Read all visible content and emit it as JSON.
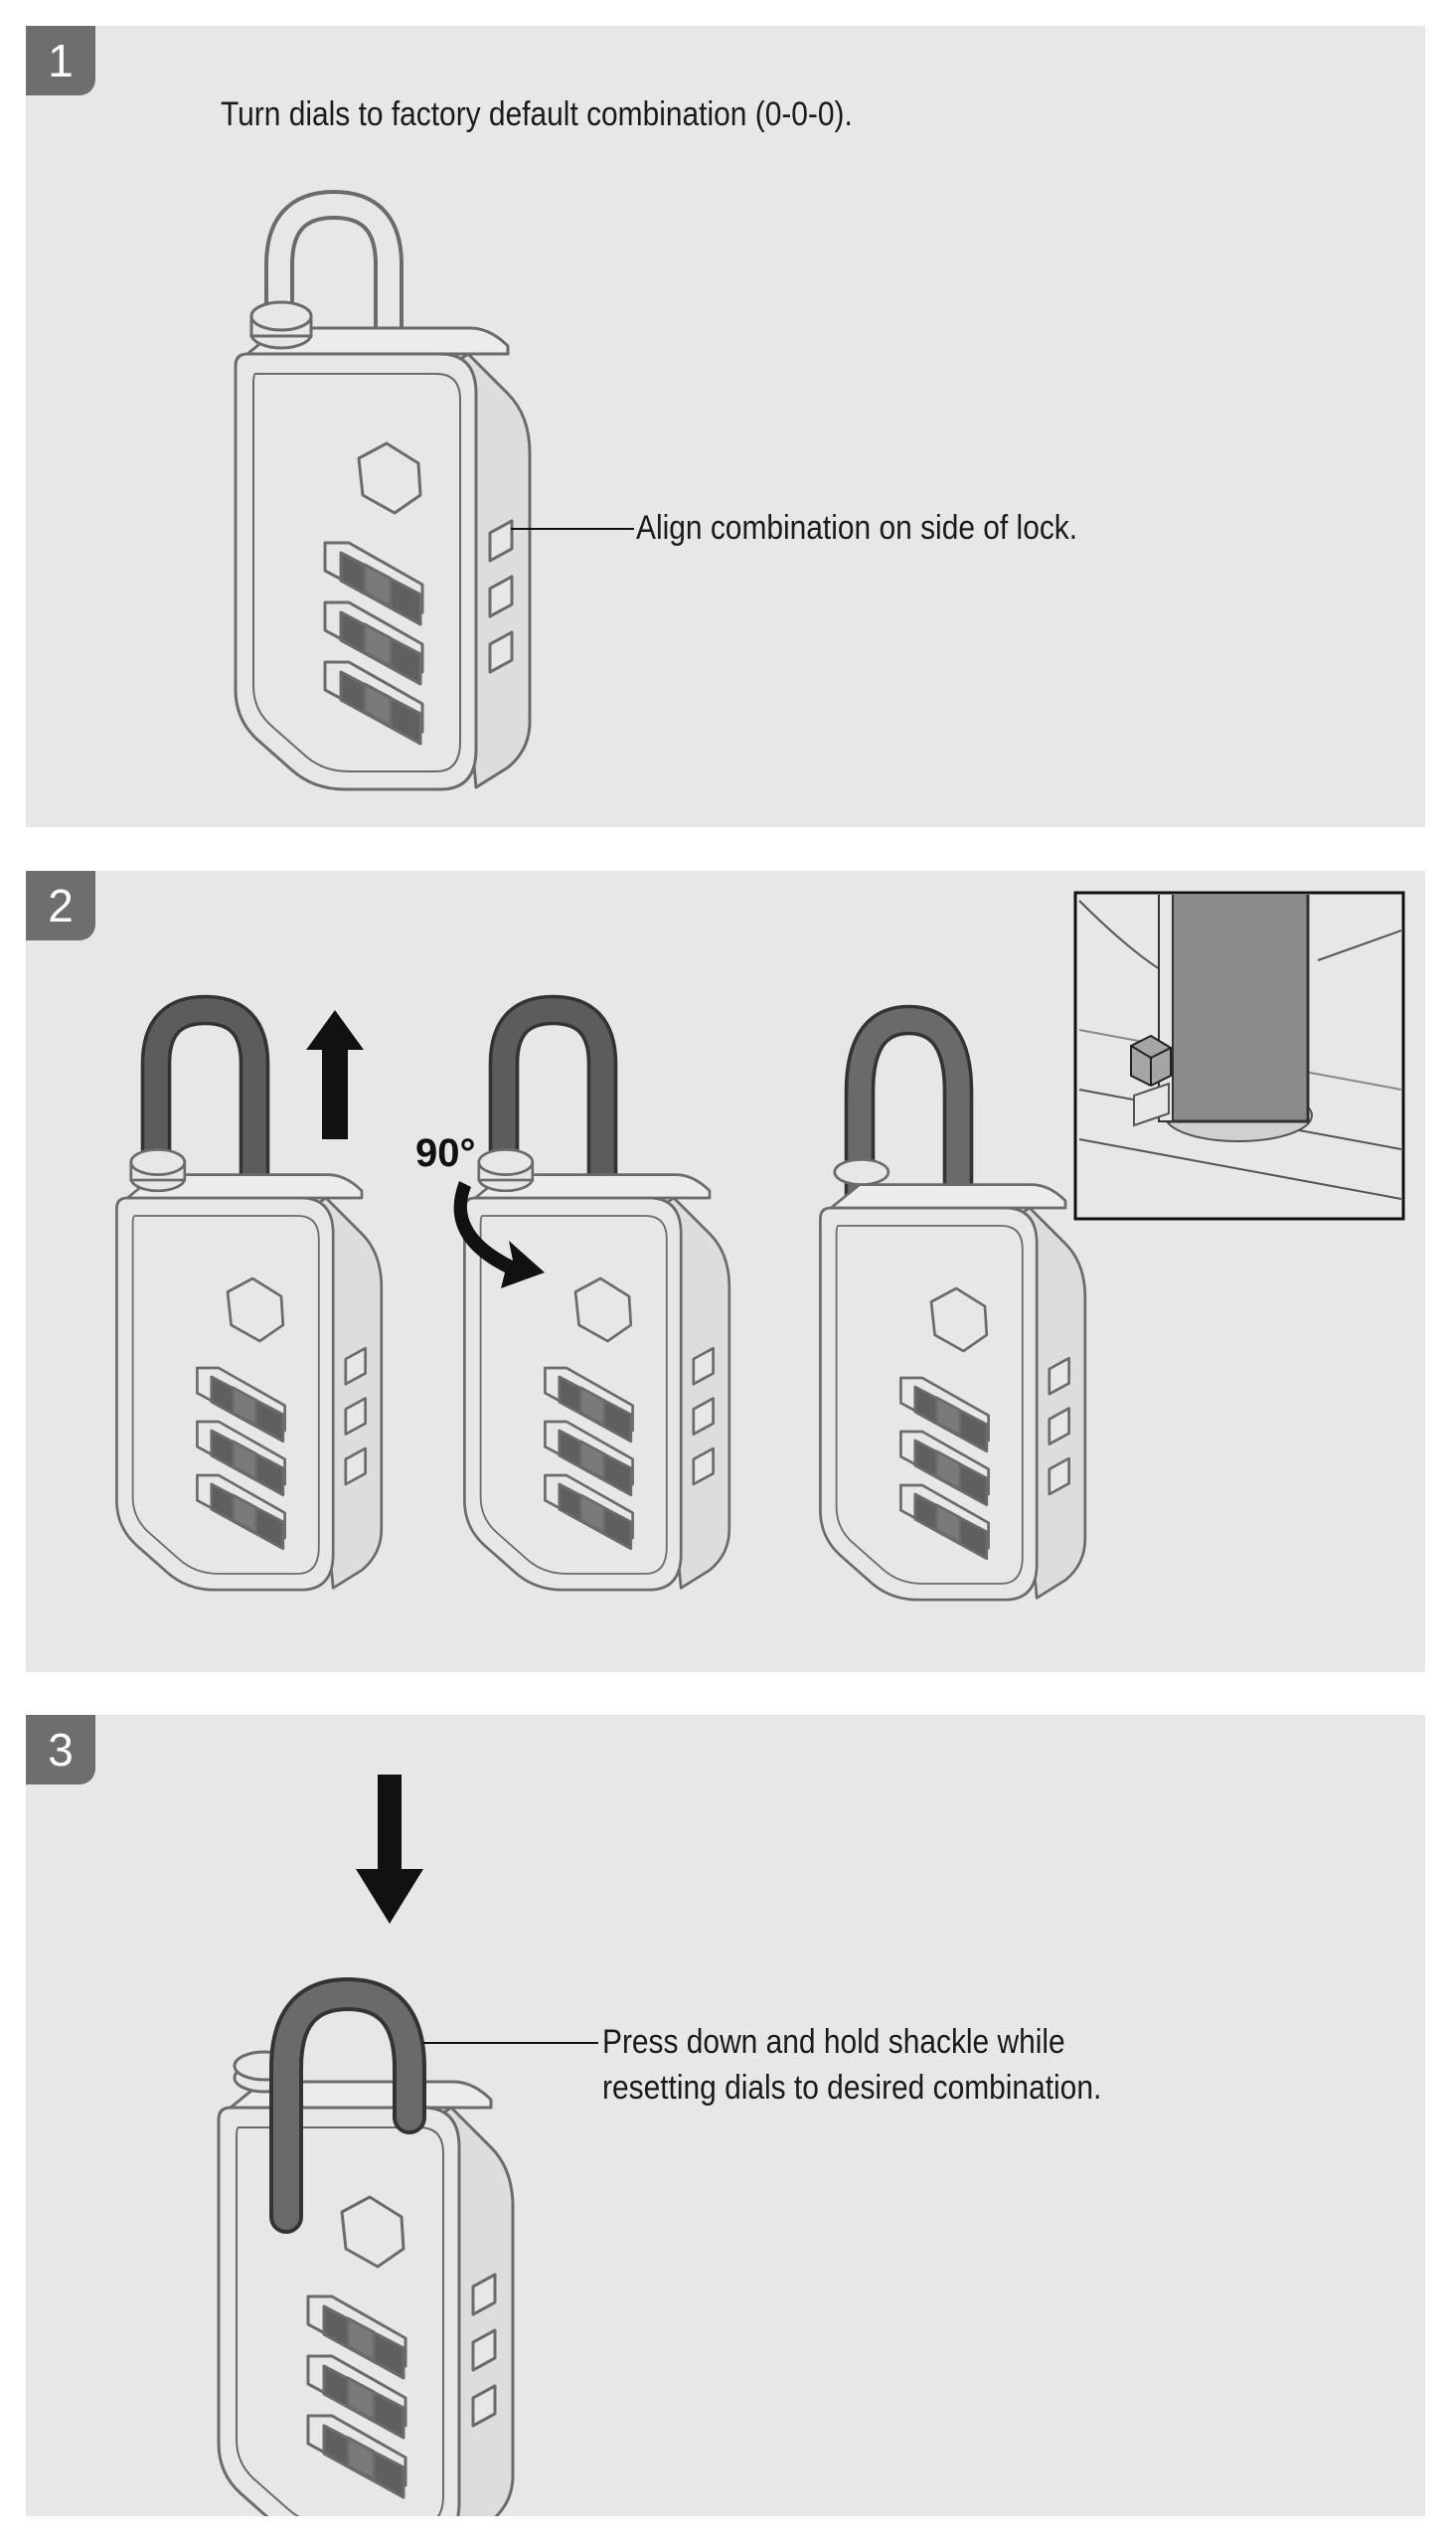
{
  "steps": [
    {
      "number": "1",
      "instruction": "Turn dials to factory default combination (0-0-0).",
      "callout": "Align combination on side of lock."
    },
    {
      "number": "2",
      "rotation_label": "90°"
    },
    {
      "number": "3",
      "callout_line1": "Press down and hold shackle while",
      "callout_line2": "resetting dials to desired combination."
    }
  ],
  "colors": {
    "panel_background": "#e6e7e6",
    "badge_background": "#6d6e70",
    "lock_body": "#e6e7e6",
    "shackle_dark": "#5c5c5c",
    "arrow": "#111111"
  },
  "icons": [
    "padlock",
    "arrow-up-icon",
    "rotate-arrow-icon",
    "arrow-down-icon",
    "detail-zoom-inset"
  ]
}
